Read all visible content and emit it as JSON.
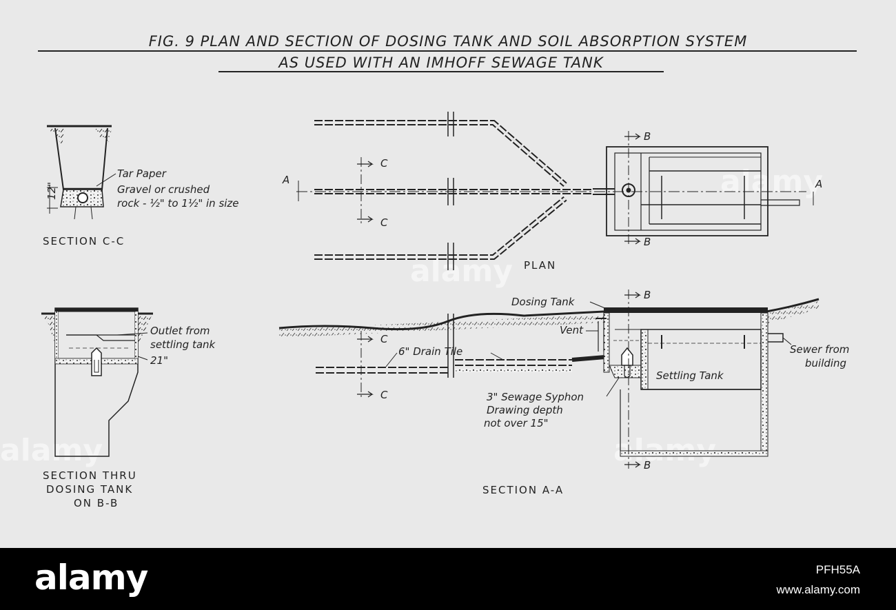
{
  "title": {
    "line1": "FIG. 9 PLAN AND SECTION OF DOSING TANK AND SOIL ABSORPTION SYSTEM",
    "line2": "AS USED WITH AN IMHOFF SEWAGE TANK"
  },
  "section_cc": {
    "heading": "SECTION C-C",
    "tar_paper": "Tar Paper",
    "gravel_1": "Gravel or crushed",
    "gravel_2": "rock - ½\" to 1½\" in size",
    "dimension": "12\""
  },
  "dosing_section": {
    "heading_1": "SECTION THRU",
    "heading_2": "DOSING TANK",
    "heading_3": "ON B-B",
    "outlet_1": "Outlet from",
    "outlet_2": "settling tank",
    "depth": "21\""
  },
  "plan": {
    "heading": "PLAN",
    "marker_a": "A",
    "marker_b": "B",
    "marker_c": "C"
  },
  "section_aa": {
    "heading": "SECTION A-A",
    "dosing_tank": "Dosing Tank",
    "vent": "Vent",
    "drain_tile": "6\" Drain Tile",
    "settling_tank": "Settling Tank",
    "sewer_1": "Sewer from",
    "sewer_2": "building",
    "syphon_1": "3\" Sewage Syphon",
    "syphon_2": "Drawing depth",
    "syphon_3": "not over 15\""
  },
  "watermark": "alamy",
  "footer": {
    "brand": "alamy",
    "image_id": "PFH55A",
    "url": "www.alamy.com"
  }
}
